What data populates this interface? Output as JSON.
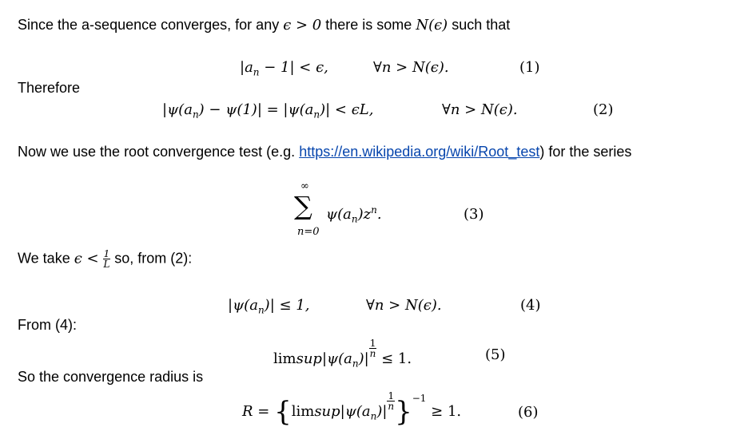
{
  "p1": {
    "a": "Since the a-sequence converges, for any ",
    "b": "ϵ > 0",
    "c": " there is some ",
    "d": "N(ϵ)",
    "e": " such that"
  },
  "eq1": {
    "a": "|a",
    "s": "n",
    "b": " − 1| < ϵ,",
    "cond": "∀n > N(ϵ).",
    "num": "(1)"
  },
  "therefore": "Therefore",
  "eq2": {
    "a": "|ψ(a",
    "s": "n",
    "b": ") − ψ(1)| = |ψ(a",
    "s2": "n",
    "c": ")| < ϵL,",
    "cond": "∀n > N(ϵ).",
    "num": "(2)"
  },
  "p2": {
    "a": "Now we use the root convergence test (e.g. ",
    "link": "https://en.wikipedia.org/wiki/Root_test",
    "b": ") for the series"
  },
  "eq3": {
    "top": "∞",
    "sigma": "∑",
    "bottom": "n=0",
    "a": "ψ(a",
    "s": "n",
    "b": ")z",
    "sup": "n",
    "c": ".",
    "num": "(3)"
  },
  "p3": {
    "a": "We take ",
    "b": "ϵ <",
    "fn": "1",
    "fd": "L",
    "c": " so, from (2):"
  },
  "eq4": {
    "a": "|ψ(a",
    "s": "n",
    "b": ")| ≤ 1,",
    "cond": "∀n > N(ϵ).",
    "num": "(4)"
  },
  "from4": "From (4):",
  "eq5": {
    "lim": "lim",
    "sup": "sup",
    "a": "|ψ(a",
    "s": "n",
    "b": ")|",
    "fn": "1",
    "fd": "n",
    "c": " ≤ 1.",
    "num": "(5)"
  },
  "so": "So the convergence radius is",
  "eq6": {
    "r": "R = ",
    "lb": "{",
    "lim": "lim",
    "sup": "sup",
    "a": "|ψ(a",
    "s": "n",
    "b": ")|",
    "fn": "1",
    "fd": "n",
    "rb": "}",
    "exp": "−1",
    "c": " ≥ 1.",
    "num": "(6)"
  }
}
